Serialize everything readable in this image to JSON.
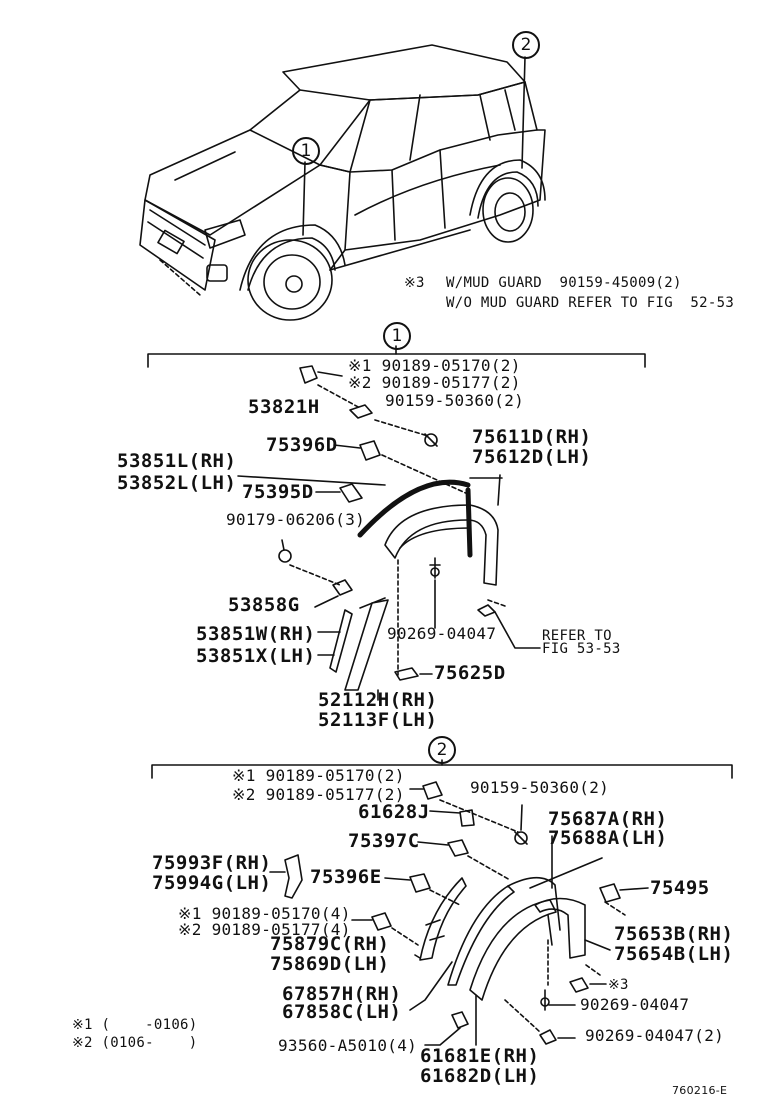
{
  "markers": {
    "one": "1",
    "two": "2"
  },
  "note_top": {
    "mark": "※3",
    "line1": "W/MUD GUARD  90159-45009(2)",
    "line2": "W/O MUD GUARD REFER TO FIG  52-53"
  },
  "section1": {
    "a1": "※1 90189-05170(2)",
    "a2": "※2 90189-05177(2)",
    "a3": "90159-50360(2)",
    "p53821H": "53821H",
    "p75396D": "75396D",
    "p75611D": "75611D(RH)",
    "p75612D": "75612D(LH)",
    "p53851L": "53851L(RH)",
    "p53852L": "53852L(LH)",
    "p75395D": "75395D",
    "p90179": "90179-06206(3)",
    "p53858G": "53858G",
    "p53851W": "53851W(RH)",
    "p53851X": "53851X(LH)",
    "p90269": "90269-04047",
    "refer1": "REFER TO",
    "refer2": "FIG 53-53",
    "p75625D": "75625D",
    "p52112H": "52112H(RH)",
    "p52113F": "52113F(LH)"
  },
  "section2": {
    "a1": "※1 90189-05170(2)",
    "a2": "※2 90189-05177(2)",
    "a3": "90159-50360(2)",
    "p61628J": "61628J",
    "p75687A": "75687A(RH)",
    "p75688A": "75688A(LH)",
    "p75397C": "75397C",
    "p75993F": "75993F(RH)",
    "p75994G": "75994G(LH)",
    "p75396E": "75396E",
    "p75495": "75495",
    "b1": "※1 90189-05170(4)",
    "b2": "※2 90189-05177(4)",
    "p75879C": "75879C(RH)",
    "p75869D": "75869D(LH)",
    "p75653B": "75653B(RH)",
    "p75654B": "75654B(LH)",
    "mark3": "※3",
    "p90269a": "90269-04047",
    "p67857H": "67857H(RH)",
    "p67858C": "67858C(LH)",
    "p90269b": "90269-04047(2)",
    "p93560": "93560-A5010(4)",
    "p61681E": "61681E(RH)",
    "p61682D": "61682D(LH)"
  },
  "legend": {
    "l1": "※1 (    -0106)",
    "l2": "※2 (0106-    )"
  },
  "figure_code": "760216-E"
}
